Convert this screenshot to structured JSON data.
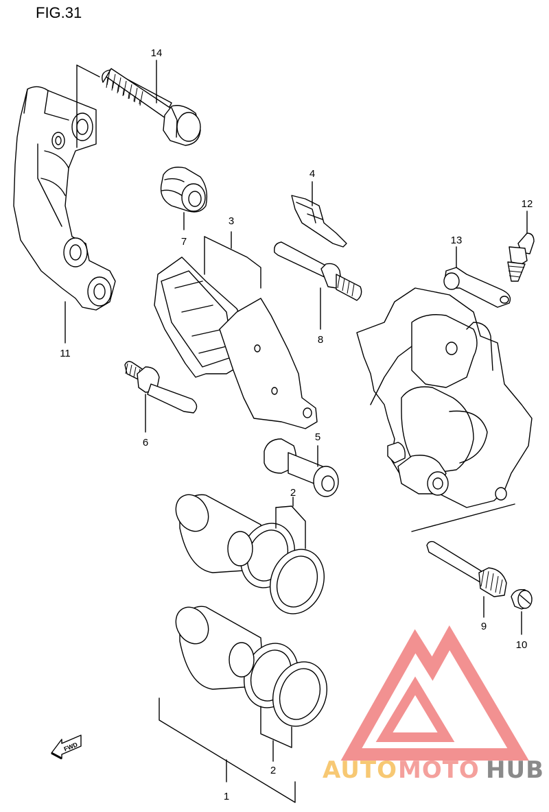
{
  "figure": {
    "title": "FIG.31"
  },
  "callouts": [
    {
      "id": "c1",
      "label": "1"
    },
    {
      "id": "c2a",
      "label": "2"
    },
    {
      "id": "c2b",
      "label": "2"
    },
    {
      "id": "c3",
      "label": "3"
    },
    {
      "id": "c4",
      "label": "4"
    },
    {
      "id": "c5",
      "label": "5"
    },
    {
      "id": "c6",
      "label": "6"
    },
    {
      "id": "c7",
      "label": "7"
    },
    {
      "id": "c8",
      "label": "8"
    },
    {
      "id": "c9",
      "label": "9"
    },
    {
      "id": "c10",
      "label": "10"
    },
    {
      "id": "c11",
      "label": "11"
    },
    {
      "id": "c12",
      "label": "12"
    },
    {
      "id": "c13",
      "label": "13"
    },
    {
      "id": "c14",
      "label": "14"
    }
  ],
  "fwd_arrow": {
    "label": "FWD"
  },
  "watermark": {
    "part1": "AUTO",
    "part2": "MOTO",
    "part3": "HUB",
    "colors": {
      "auto": "#f7c873",
      "moto": "#f4a09c",
      "hub": "#8a8a8a",
      "mark": "#f07e7e"
    }
  }
}
